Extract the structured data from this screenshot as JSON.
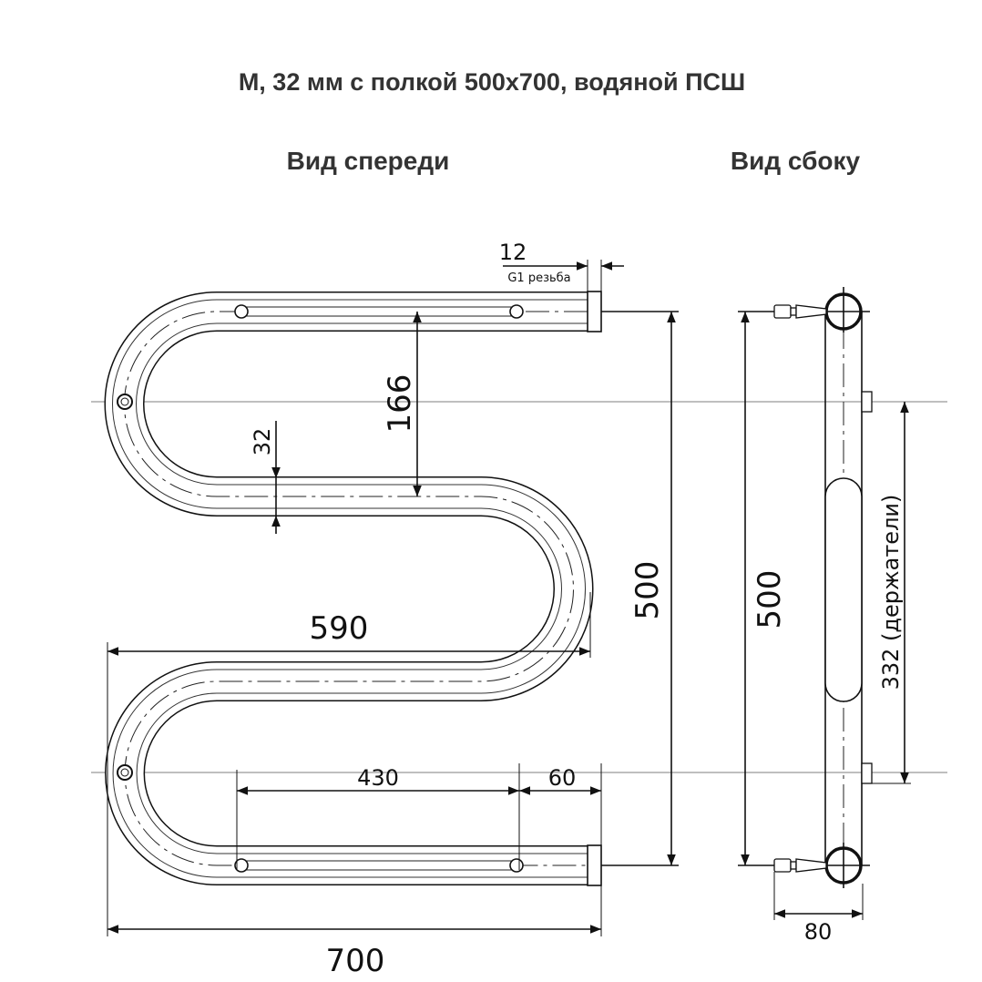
{
  "title": "М, 32 мм с полкой 500x700, водяной ПСШ",
  "views": {
    "front": "Вид спереди",
    "side": "Вид сбоку"
  },
  "front_dims": {
    "thread_width": "12",
    "thread_note": "G1 резьба",
    "pitch": "166",
    "pipe_diameter": "32",
    "height": "500",
    "inner_width": "590",
    "shelf_length": "430",
    "shelf_offset": "60",
    "total_width": "700"
  },
  "side_dims": {
    "height": "500",
    "holders": "332 (держатели)",
    "depth": "80"
  }
}
